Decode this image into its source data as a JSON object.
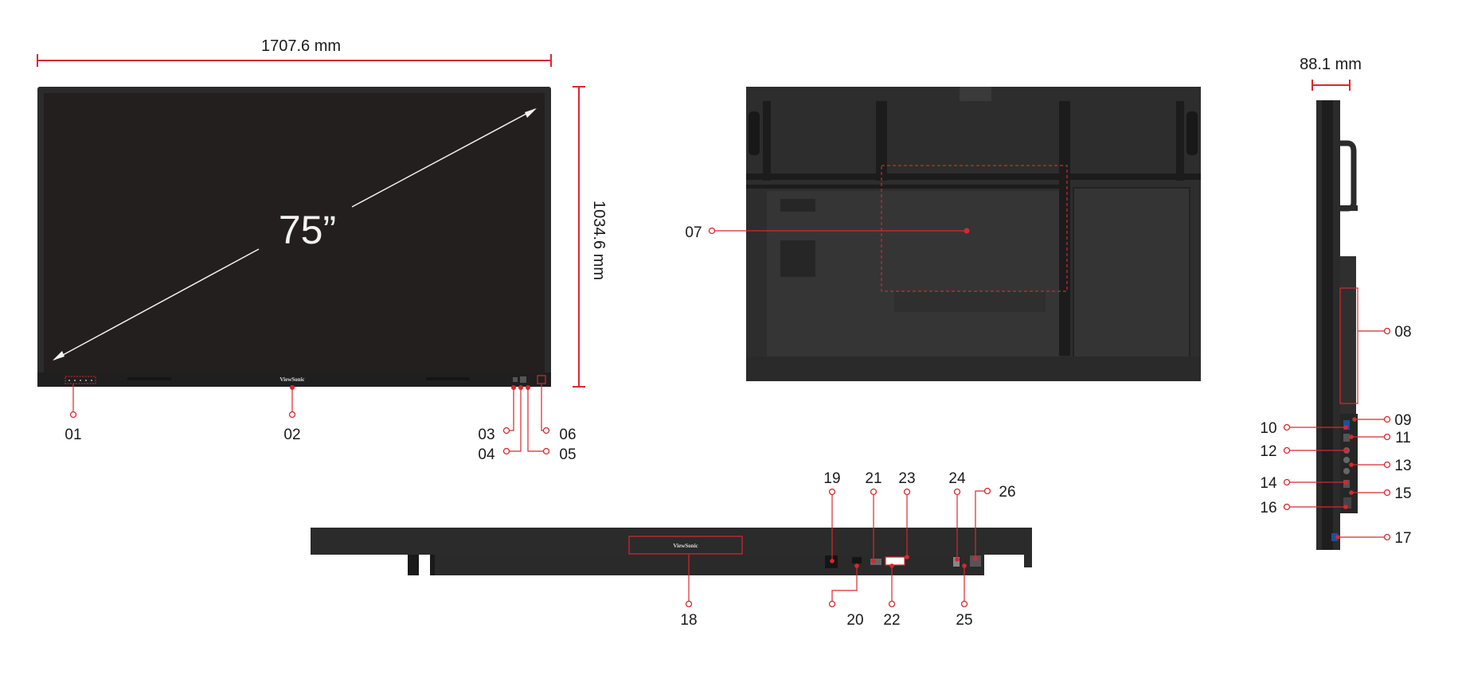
{
  "dimensions": {
    "width": "1707.6 mm",
    "height": "1034.6 mm",
    "depth": "88.1 mm"
  },
  "screen_size": "75”",
  "brand": "ViewSonic",
  "callouts": {
    "c01": "01",
    "c02": "02",
    "c03": "03",
    "c04": "04",
    "c05": "05",
    "c06": "06",
    "c07": "07",
    "c08": "08",
    "c09": "09",
    "c10": "10",
    "c11": "11",
    "c12": "12",
    "c13": "13",
    "c14": "14",
    "c15": "15",
    "c16": "16",
    "c17": "17",
    "c18": "18",
    "c19": "19",
    "c20": "20",
    "c21": "21",
    "c22": "22",
    "c23": "23",
    "c24": "24",
    "c25": "25",
    "c26": "26"
  },
  "colors": {
    "accent": "#d9272e",
    "panel": "#231f1e",
    "bezel": "#2b2b2b",
    "chassis": "#333333"
  }
}
